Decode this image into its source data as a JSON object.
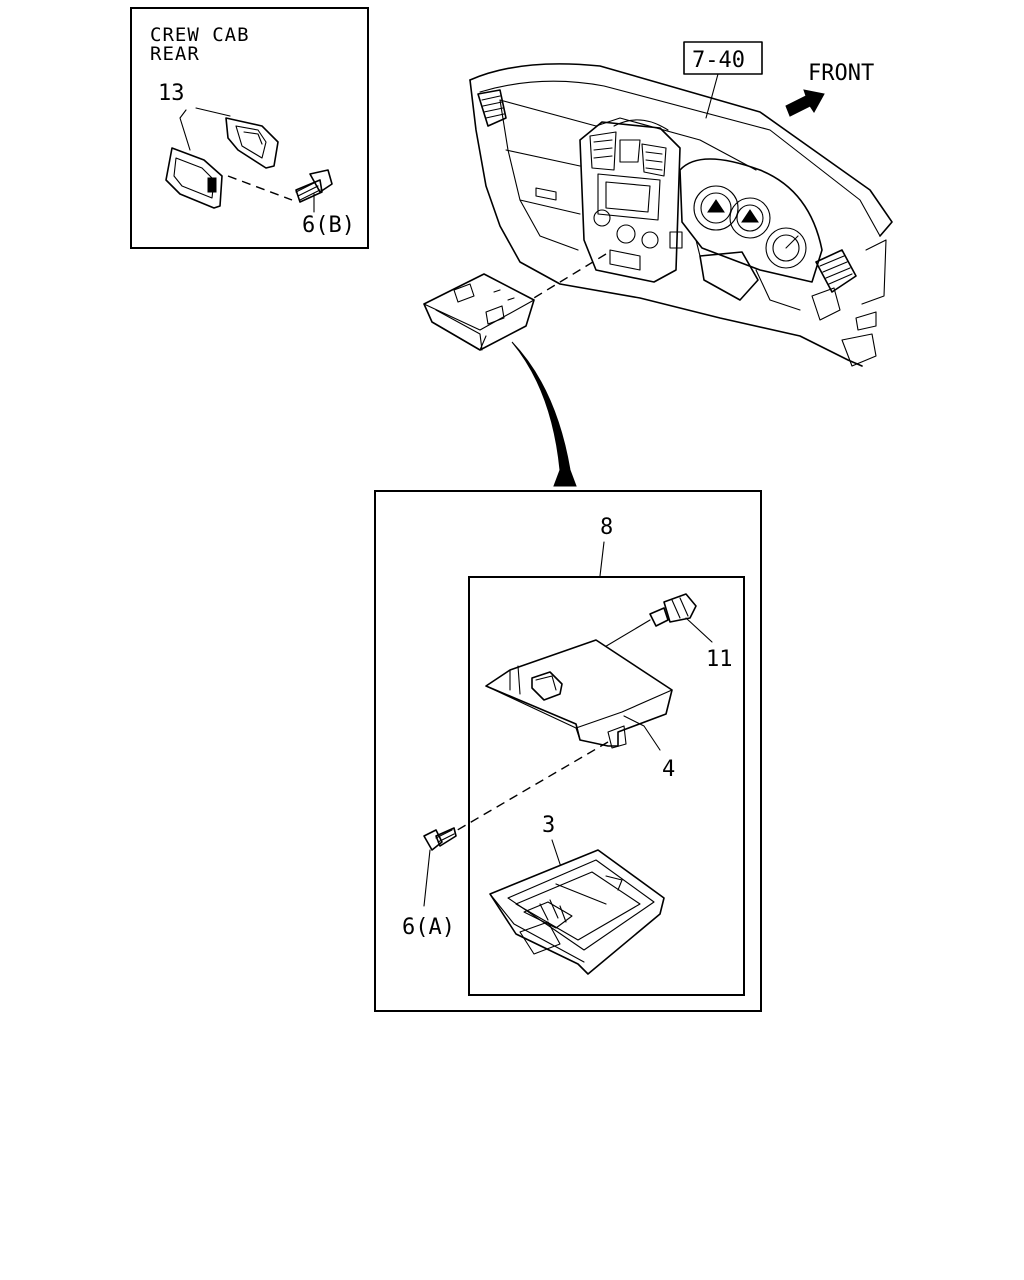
{
  "inset": {
    "title_line1": "CREW CAB",
    "title_line2": "REAR"
  },
  "labels": {
    "part_13": "13",
    "part_6b": "6(B)",
    "ref_740": "7-40",
    "front": "FRONT",
    "part_8": "8",
    "part_11": "11",
    "part_4": "4",
    "part_3": "3",
    "part_6a": "6(A)"
  }
}
